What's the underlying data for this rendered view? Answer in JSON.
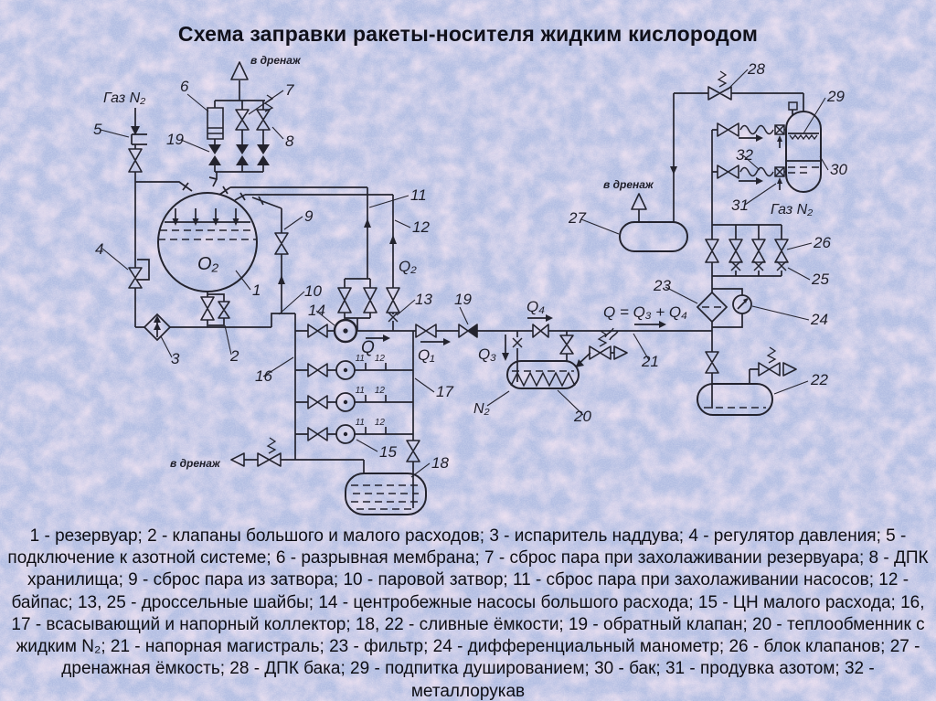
{
  "title": "Схема заправки ракеты-носителя жидким кислородом",
  "colors": {
    "background": "#b2bde2",
    "ink": "#23232e",
    "pink_mottle": "#edc7e0"
  },
  "diagram": {
    "text_labels": {
      "gaz_n2": "Газ N₂",
      "v_drenazh": "в дренаж",
      "o2": "O₂",
      "n2": "N₂"
    },
    "flow_labels": {
      "q": "Q",
      "q1": "Q₁",
      "q2": "Q₂",
      "q3": "Q₃",
      "q4": "Q₄",
      "q_sum": "Q = Q₃ + Q₄"
    },
    "part_numbers": {
      "n1": "1",
      "n2": "2",
      "n3": "3",
      "n4": "4",
      "n5": "5",
      "n6": "6",
      "n7": "7",
      "n8": "8",
      "n9": "9",
      "n10": "10",
      "n11": "11",
      "n12": "12",
      "n13": "13",
      "n14": "14",
      "n15": "15",
      "n16": "16",
      "n17": "17",
      "n18": "18",
      "n19": "19",
      "n20": "20",
      "n21": "21",
      "n22": "22",
      "n23": "23",
      "n24": "24",
      "n25": "25",
      "n26": "26",
      "n27": "27",
      "n28": "28",
      "n29": "29",
      "n30": "30",
      "n31": "31",
      "n32": "32"
    }
  },
  "caption": "1 - резервуар; 2 - клапаны большого и малого расходов; 3 - испаритель наддува; 4 - регулятор давления; 5 - подключение к азотной системе; 6 - разрывная мембрана; 7 - сброс пара при захолаживании резервуара; 8 - ДПК хранилища; 9 - сброс пара из затвора; 10 - паровой затвор; 11 - сброс пара при захолаживании насосов; 12 - байпас; 13, 25 - дроссельные шайбы; 14 - центробежные насосы большого расхода; 15 - ЦН малого расхода; 16, 17 - всасывающий и напорный коллектор; 18, 22 - сливные ёмкости; 19 - обратный клапан; 20 - теплообменник с жидким N₂; 21 - напорная магистраль; 23 - фильтр; 24 - дифференциальный манометр; 26 - блок клапанов; 27 - дренажная ёмкость; 28 - ДПК бака; 29 - подпитка душированием; 30 - бак; 31 - продувка азотом; 32 - металлорукав"
}
